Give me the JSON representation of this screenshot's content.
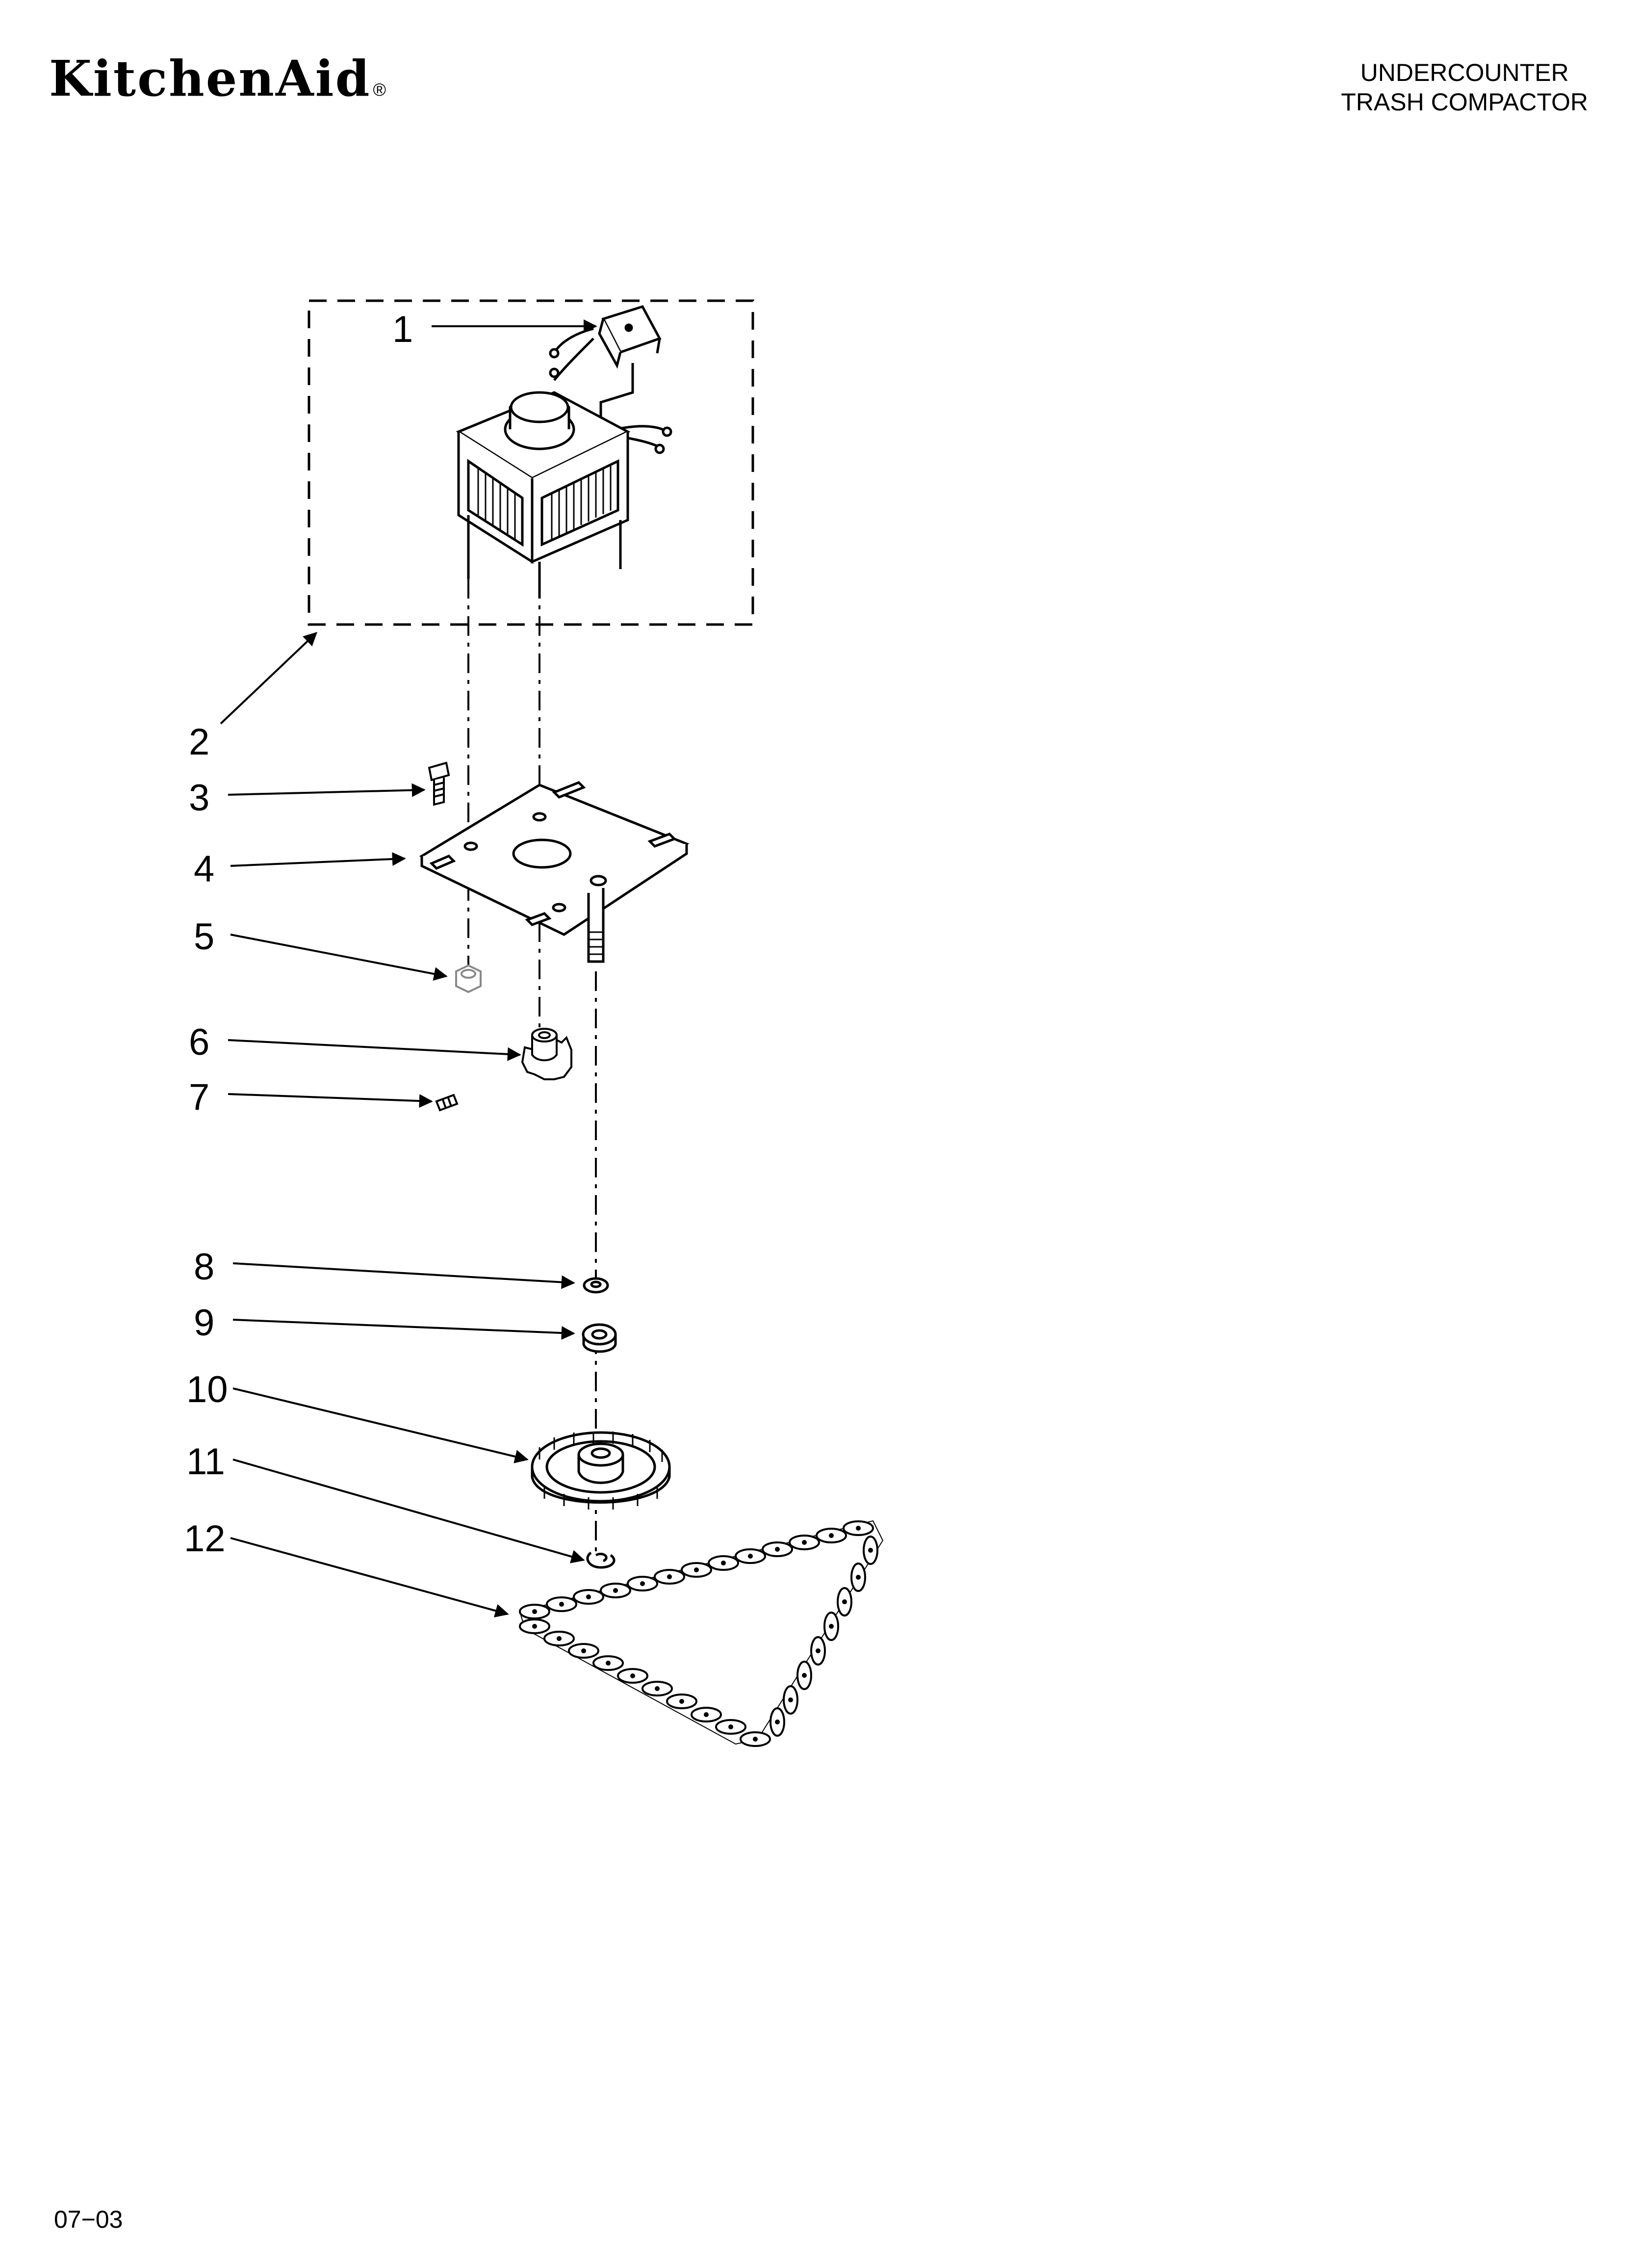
{
  "header": {
    "brand": "KitchenAid",
    "brand_mark": "®",
    "title_line1": "UNDERCOUNTER",
    "title_line2": "TRASH COMPACTOR"
  },
  "callouts": [
    "1",
    "2",
    "3",
    "4",
    "5",
    "6",
    "7",
    "8",
    "9",
    "10",
    "11",
    "12"
  ],
  "footer": {
    "date_code": "07−03"
  }
}
